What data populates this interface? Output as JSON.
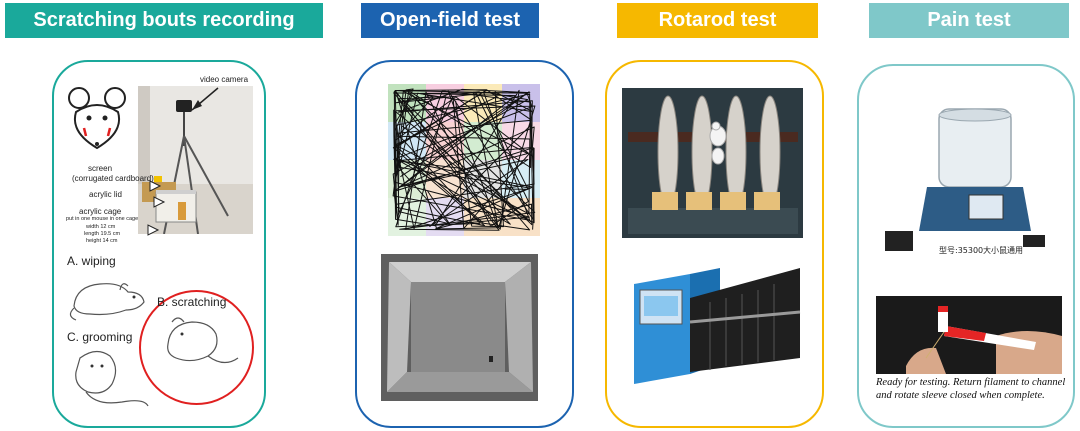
{
  "panels": [
    {
      "title": "Scratching bouts recording",
      "color": "#1aa99b"
    },
    {
      "title": "Open-field test",
      "color": "#1c63b0"
    },
    {
      "title": "Rotarod test",
      "color": "#f6b800"
    },
    {
      "title": "Pain test",
      "color": "#7fc8c9"
    }
  ],
  "scratching": {
    "video_camera": "video camera",
    "screen": "screen",
    "screen_material": "(corrugated cardboard)",
    "acrylic_lid": "acrylic lid",
    "acrylic_cage": "acrylic cage",
    "cage_note": "put in one mouse in one cage",
    "width": "width 12 cm",
    "length": "length 19.5 cm",
    "height": "height 14 cm",
    "wiping": "A. wiping",
    "scratching": "B. scratching",
    "grooming": "C. grooming"
  },
  "pain": {
    "model_label": "型号:35300",
    "usage_label": "大小鼠通用",
    "caption_line1": "Ready for testing. Return filament to channel",
    "caption_line2": "and rotate sleeve closed when complete."
  },
  "colors": {
    "scratch_circle": "#e02020",
    "openfield_grid": [
      "#7cc576",
      "#f49ac1",
      "#fdd66a",
      "#8f7ad6",
      "#9fd1f0",
      "#f7a3a3",
      "#a3dba0",
      "#f6b3d0",
      "#b8e0a8",
      "#f7c7a0",
      "#c9c9c9",
      "#aee1f0",
      "#c5e8c0",
      "#c9b8e8",
      "#f7c58a",
      "#f6c48a"
    ]
  }
}
